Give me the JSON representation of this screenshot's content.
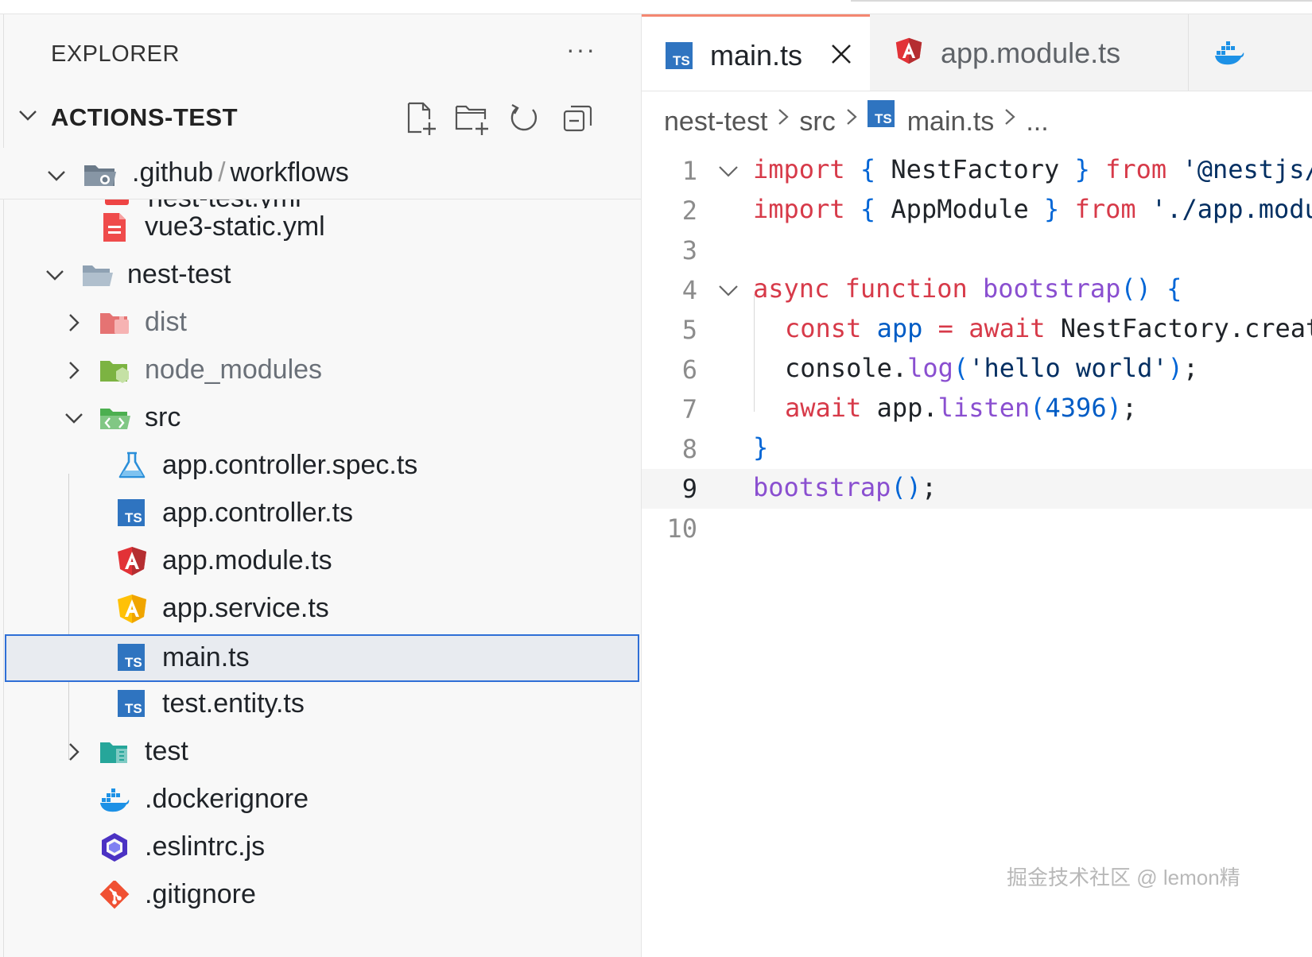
{
  "explorer": {
    "title": "EXPLORER",
    "more": "···",
    "section_title": "ACTIONS-TEST",
    "toolbar": {
      "new_file_icon": "new-file-icon",
      "new_folder_icon": "new-folder-icon",
      "refresh_icon": "refresh-icon",
      "collapse_icon": "collapse-all-icon"
    },
    "sticky": {
      "part1": ".github",
      "sep": "/",
      "part2": "workflows"
    },
    "clipped_item": "nest-test.yml",
    "items": [
      {
        "label": "vue3-static.yml",
        "icon": "yaml-file-icon"
      },
      {
        "label": "nest-test",
        "icon": "folder-open-icon"
      },
      {
        "label": "dist",
        "icon": "dist-folder-icon"
      },
      {
        "label": "node_modules",
        "icon": "node-folder-icon"
      },
      {
        "label": "src",
        "icon": "src-folder-icon"
      },
      {
        "label": "app.controller.spec.ts",
        "icon": "test-flask-icon"
      },
      {
        "label": "app.controller.ts",
        "icon": "typescript-icon"
      },
      {
        "label": "app.module.ts",
        "icon": "angular-icon"
      },
      {
        "label": "app.service.ts",
        "icon": "angular-service-icon"
      },
      {
        "label": "main.ts",
        "icon": "typescript-icon"
      },
      {
        "label": "test.entity.ts",
        "icon": "typescript-icon"
      },
      {
        "label": "test",
        "icon": "test-folder-icon"
      },
      {
        "label": ".dockerignore",
        "icon": "docker-icon"
      },
      {
        "label": ".eslintrc.js",
        "icon": "eslint-icon"
      },
      {
        "label": ".gitignore",
        "icon": "git-icon"
      }
    ]
  },
  "tabs": [
    {
      "label": "main.ts",
      "icon": "typescript-icon",
      "active": true
    },
    {
      "label": "app.module.ts",
      "icon": "angular-icon",
      "active": false
    },
    {
      "label": "",
      "icon": "docker-icon",
      "active": false
    }
  ],
  "breadcrumb": [
    "nest-test",
    "src",
    "main.ts",
    "..."
  ],
  "code": {
    "line_numbers": [
      "1",
      "2",
      "3",
      "4",
      "5",
      "6",
      "7",
      "8",
      "9",
      "10"
    ],
    "l1": {
      "kw1": "import",
      "b1": " { ",
      "id": "NestFactory",
      "b2": " } ",
      "kw2": "from",
      "str": " '@nestjs/core';"
    },
    "l2": {
      "kw1": "import",
      "b1": " { ",
      "id": "AppModule",
      "b2": " } ",
      "kw2": "from",
      "str": " './app.module';"
    },
    "l4": {
      "kw1": "async",
      "kw2": " function",
      "fn": " bootstrap",
      "p": "()",
      "b": " {"
    },
    "l5": {
      "kw1": "const",
      "v": " app",
      "op": " =",
      "kw2": " await",
      "rest": " NestFactory.create(AppModule);"
    },
    "l6": {
      "obj": "console.",
      "fn": "log",
      "p1": "(",
      "str": "'hello world'",
      "p2": ")",
      "end": ";"
    },
    "l7": {
      "kw": "await",
      "obj": " app.",
      "fn": "listen",
      "p1": "(",
      "num": "4396",
      "p2": ")",
      "end": ";"
    },
    "l8": {
      "b": "}"
    },
    "l9": {
      "fn": "bootstrap",
      "p": "()",
      "end": ";"
    }
  },
  "watermark": "掘金技术社区 @ lemon精"
}
